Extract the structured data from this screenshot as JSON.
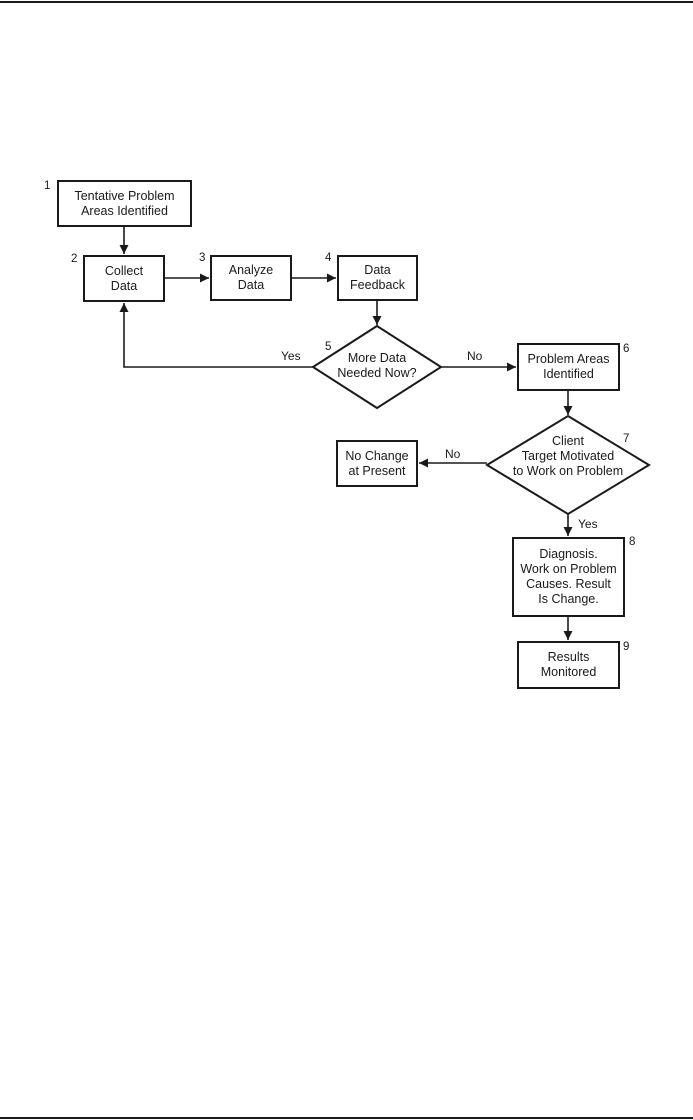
{
  "steps": [
    {
      "number": "1",
      "text": "Tentative Problem\nAreas Identified"
    },
    {
      "number": "2",
      "text": "Collect\nData"
    },
    {
      "number": "3",
      "text": "Analyze\nData"
    },
    {
      "number": "4",
      "text": "Data\nFeedback"
    },
    {
      "number": "5",
      "text": "More Data\nNeeded Now?"
    },
    {
      "number": "6",
      "text": "Problem Areas\nIdentified"
    },
    {
      "number": "7",
      "text": "Client\nTarget Motivated\nto Work on Problem"
    },
    {
      "number": "8",
      "text": "Diagnosis.\nWork on Problem\nCauses. Result\nIs Change."
    },
    {
      "number": "9",
      "text": "Results\nMonitored"
    }
  ],
  "no_change_box": "No Change\nat Present",
  "branch_labels": {
    "d5_yes": "Yes",
    "d5_no": "No",
    "d7_no": "No",
    "d7_yes": "Yes"
  }
}
